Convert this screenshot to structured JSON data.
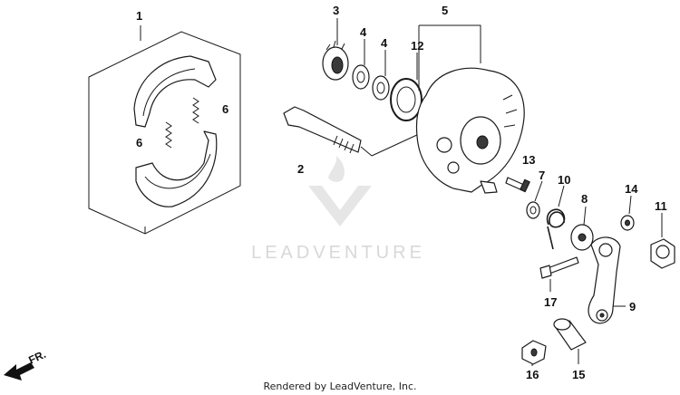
{
  "callouts": {
    "c1": "1",
    "c2": "2",
    "c3": "3",
    "c4a": "4",
    "c4b": "4",
    "c5": "5",
    "c6a": "6",
    "c6b": "6",
    "c7": "7",
    "c8": "8",
    "c9": "9",
    "c10": "10",
    "c11": "11",
    "c12": "12",
    "c13": "13",
    "c14": "14",
    "c15": "15",
    "c16": "16",
    "c17": "17"
  },
  "watermark": {
    "brand": "LEADVENTURE"
  },
  "footer": {
    "credit": "Rendered by LeadVenture, Inc."
  },
  "direction": {
    "label": "FR."
  },
  "colors": {
    "ink": "#1a1a1a",
    "watermark": "#d8d8d8",
    "background": "#ffffff"
  }
}
